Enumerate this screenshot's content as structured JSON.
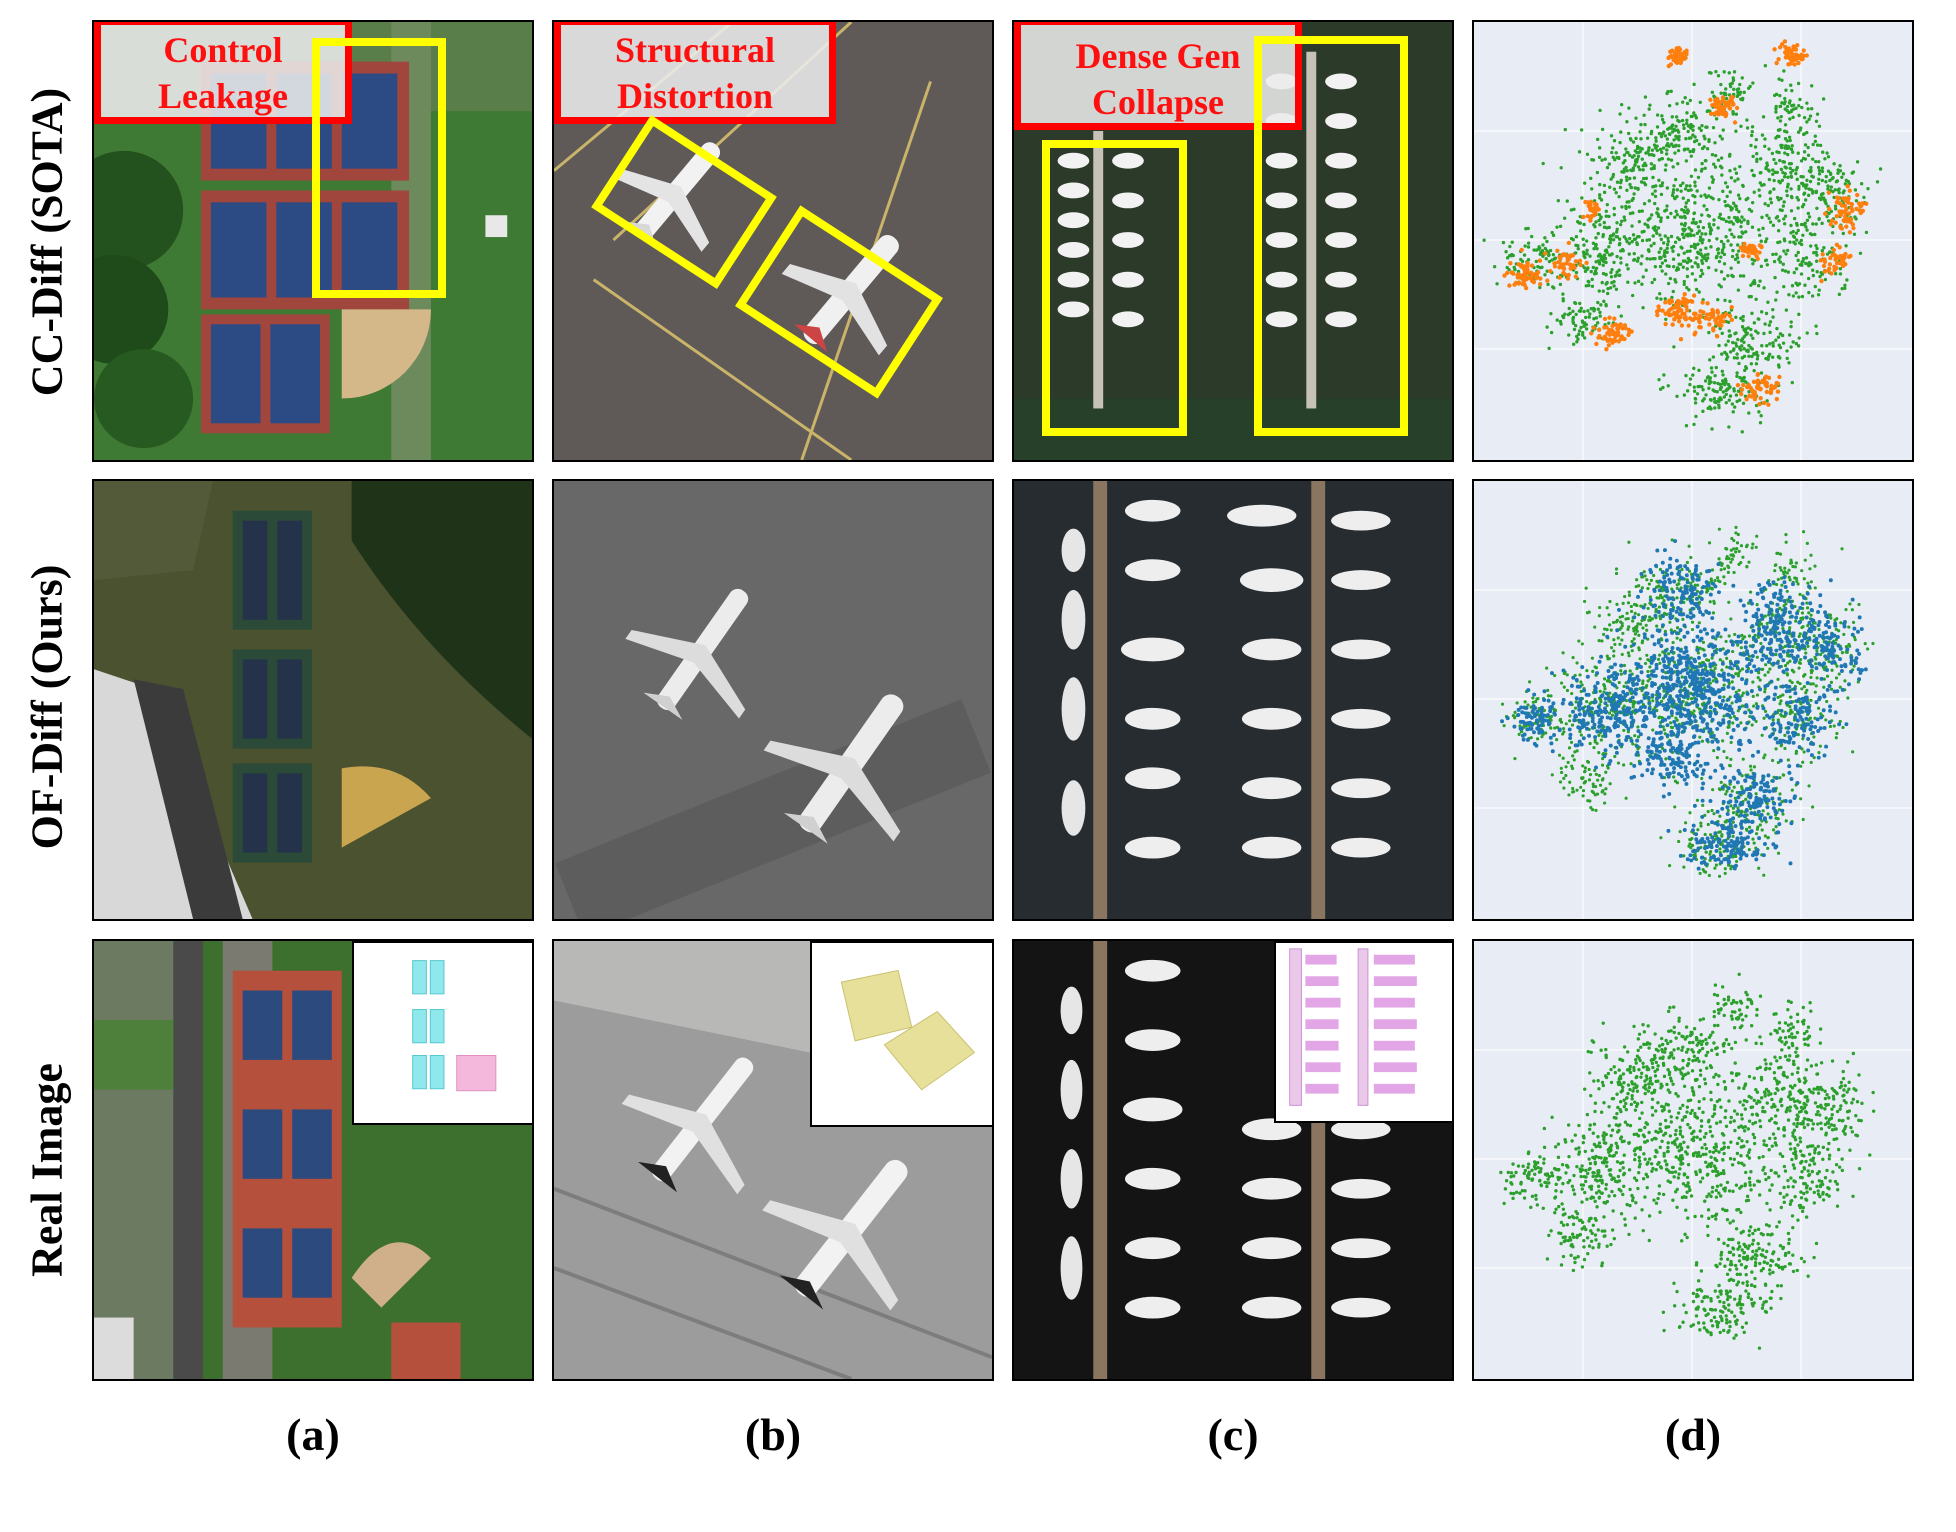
{
  "rows": [
    {
      "label": "CC-Diff (SOTA)"
    },
    {
      "label": "OF-Diff (Ours)"
    },
    {
      "label": "Real Image"
    }
  ],
  "columns": [
    {
      "label": "(a)"
    },
    {
      "label": "(b)"
    },
    {
      "label": "(c)"
    },
    {
      "label": "(d)"
    }
  ],
  "problems": [
    {
      "line1": "Control",
      "line2": "Leakage"
    },
    {
      "line1": "Structural",
      "line2": "Distortion"
    },
    {
      "line1": "Dense Gen",
      "line2": "Collapse"
    }
  ],
  "colors": {
    "highlight": "#ffff00",
    "problem_border": "#ff0000",
    "problem_text": "#ff1010",
    "tsne_background": "#e8ecf4",
    "real_points": "#2ca02c",
    "cc_diff_points": "#ff7f0e",
    "of_diff_points": "#1f77b4"
  },
  "icons": {
    "tennis_court": "tennis-court-icon",
    "baseball_field": "baseball-field-icon",
    "airplane": "airplane-icon",
    "boat": "boat-icon"
  }
}
